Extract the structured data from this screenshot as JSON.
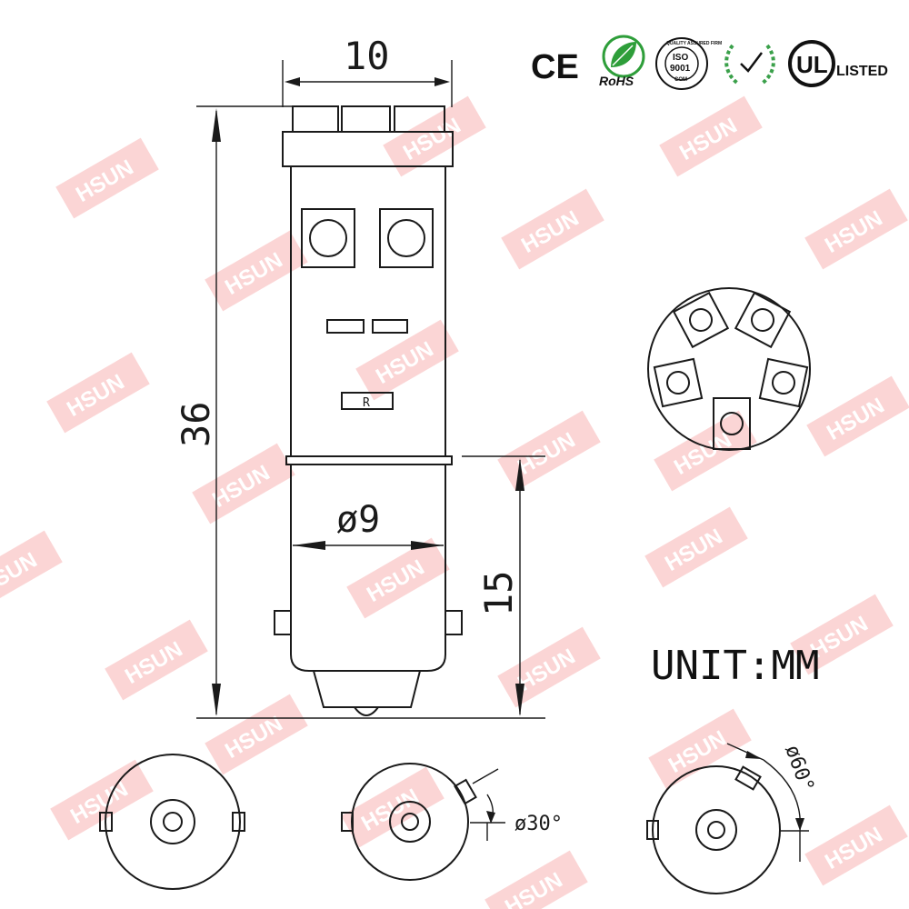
{
  "watermark": {
    "text": "HSUN",
    "color": "#f5a3a3"
  },
  "certifications": {
    "ce": "CE",
    "rohs": "RoHS",
    "iso_top": "ISO",
    "iso_number": "9001",
    "iso_ring": "QUALITY ASSURED FIRM",
    "iso_bottom": "COM",
    "ul_mark": "UL",
    "ul_listed": "LISTED",
    "rohs_color": "#2e9e3a",
    "laurel_color": "#3aa04a"
  },
  "dimensions": {
    "top_width": "10",
    "overall_height": "36",
    "base_diameter": "ø9",
    "base_height": "15",
    "pin_angle_1": "ø30°",
    "pin_angle_2": "ø60°"
  },
  "labels": {
    "resistor": "R",
    "unit": "UNIT:MM"
  }
}
